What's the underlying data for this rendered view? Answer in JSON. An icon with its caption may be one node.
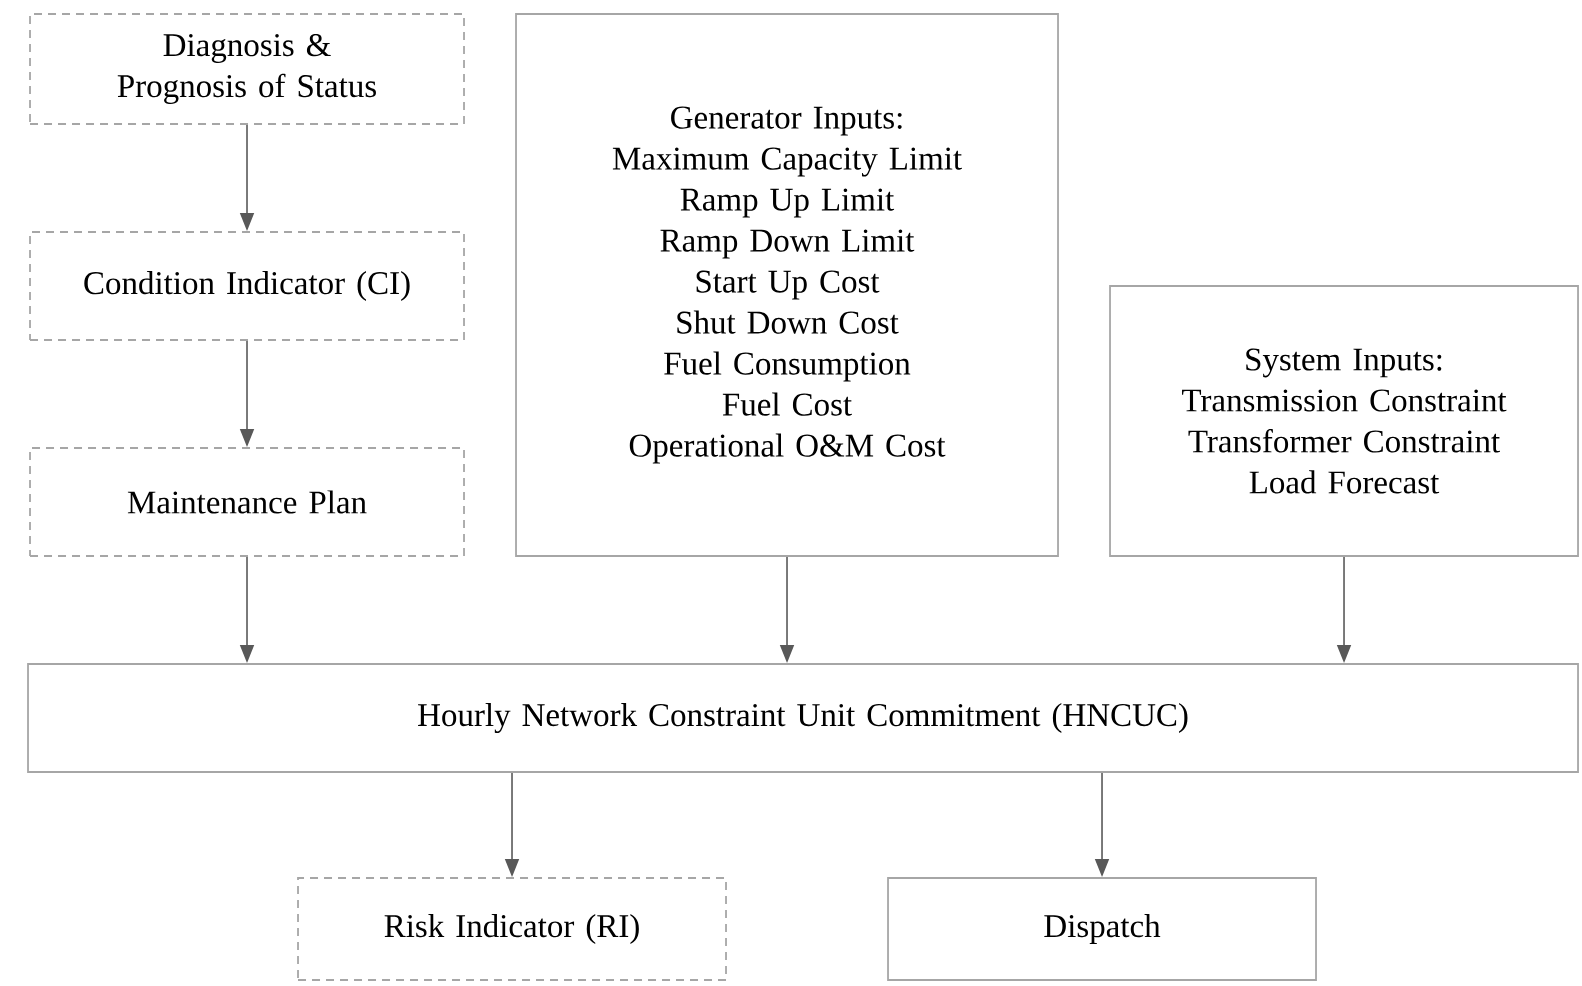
{
  "diagram": {
    "nodes": [
      {
        "text": [
          "Diagnosis & Prognosis of Status"
        ]
      },
      {
        "text": [
          "Condition Indicator (CI)"
        ]
      },
      {
        "text": [
          "Maintenance Plan"
        ]
      },
      {
        "text": [
          "Generator Inputs:",
          "Maximum Capacity Limit",
          "Ramp Up Limit",
          "Ramp Down Limit",
          "Start Up Cost",
          "Shut Down Cost",
          "Fuel Consumption",
          "Fuel Cost",
          "Operational O&M Cost"
        ]
      },
      {
        "text": [
          "System Inputs:",
          "Transmission Constraint",
          "Transformer Constraint",
          "Load Forecast"
        ]
      },
      {
        "text": [
          "Hourly Network Constraint Unit Commitment (HNCUC)"
        ]
      },
      {
        "text": [
          "Risk Indicator (RI)"
        ]
      },
      {
        "text": [
          "Dispatch"
        ]
      }
    ],
    "edges": [
      {
        "from": 0,
        "to": 1,
        "arrow": "to"
      },
      {
        "from": 1,
        "to": 2,
        "arrow": "to"
      },
      {
        "from": 2,
        "to": 5,
        "arrow": "to"
      },
      {
        "from": 3,
        "to": 5,
        "arrow": "to"
      },
      {
        "from": 4,
        "to": 5,
        "arrow": "to"
      },
      {
        "from": 5,
        "to": 6,
        "arrow": "to"
      },
      {
        "from": 5,
        "to": 7,
        "arrow": "to"
      }
    ]
  }
}
